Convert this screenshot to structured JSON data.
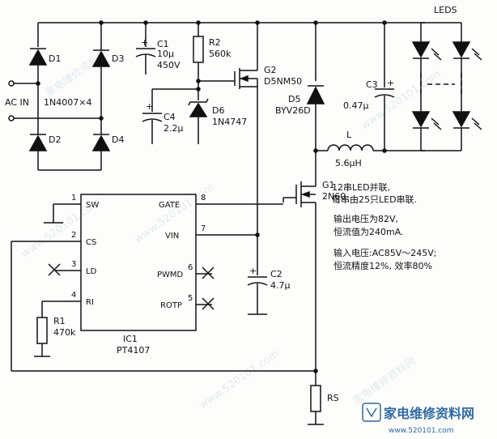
{
  "labels": {
    "leds": "LEDS",
    "d1": "D1",
    "d2": "D2",
    "d3": "D3",
    "d4": "D4",
    "ac_in": "AC IN",
    "bridge": "1N4007×4",
    "c1": "C1",
    "c1_val": "10μ",
    "c1_v": "450V",
    "r2": "R2",
    "r2_val": "560k",
    "g2": "G2",
    "g2_part": "D5NM50",
    "c4": "C4",
    "c4_val": "2.2μ",
    "d6": "D6",
    "d6_part": "1N4747",
    "d5": "D5",
    "d5_part": "BYV26D",
    "c3": "C3",
    "c3_val": "0.47μ",
    "l": "L",
    "l_val": "5.6μH",
    "g1": "G1",
    "g1_part": "2N60",
    "c2": "C2",
    "c2_val": "4.7μ",
    "r1": "R1",
    "r1_val": "470k",
    "ic": "IC1",
    "ic_part": "PT4107",
    "rs": "RS"
  },
  "pins": [
    {
      "num": "1",
      "name": "SW"
    },
    {
      "num": "2",
      "name": "CS"
    },
    {
      "num": "3",
      "name": "LD"
    },
    {
      "num": "4",
      "name": "RI"
    },
    {
      "num": "8",
      "name": "GATE"
    },
    {
      "num": "7",
      "name": "VIN"
    },
    {
      "num": "6",
      "name": "PWMD"
    },
    {
      "num": "5",
      "name": "ROTP"
    }
  ],
  "notes": [
    "12串LED并联,",
    "每串由25只LED串联.",
    "输出电压为82V,",
    "恒流值为240mA.",
    "输入电压:AC85V～245V;",
    "恒流精度12%, 效率80%"
  ],
  "watermark": {
    "site": "家电维修资料网",
    "url": "www.520101.com",
    "logo_text": "家电维修资料网",
    "logo_url": "www.520101.com"
  }
}
